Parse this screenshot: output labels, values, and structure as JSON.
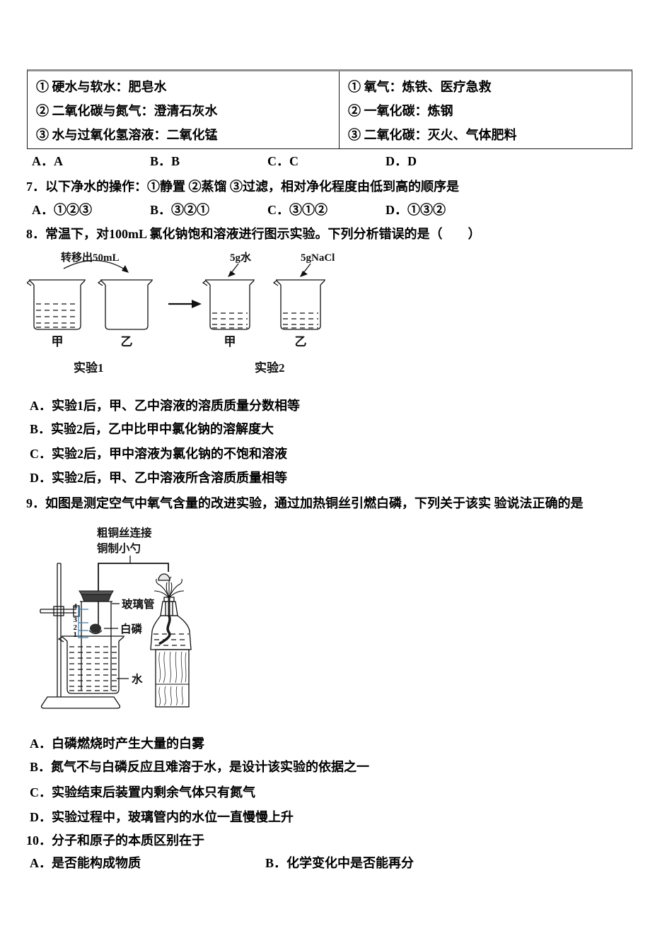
{
  "table": {
    "left": [
      "① 硬水与软水：肥皂水",
      "② 二氧化碳与氮气：澄清石灰水",
      "③ 水与过氧化氢溶液：二氧化锰"
    ],
    "right": [
      "① 氧气：炼铁、医疗急救",
      "② 一氧化碳：炼钢",
      "③ 二氧化碳：灭火、气体肥料"
    ]
  },
  "row_abcd": {
    "a": "A．A",
    "b": "B．B",
    "c": "C．C",
    "d": "D．D"
  },
  "q7": {
    "stem": "7．以下净水的操作：①静置 ②蒸馏 ③过滤，相对净化程度由低到高的顺序是",
    "options": {
      "a": "A．①②③",
      "b": "B．③②①",
      "c": "C．③①②",
      "d": "D．①③②"
    }
  },
  "q8": {
    "stem": "8．常温下，对100mL 氯化钠饱和溶液进行图示实验。下列分析错误的是（　　）",
    "diagram": {
      "transfer_label": "转移出50mL",
      "add_water_label": "5g水",
      "add_nacl_label": "5gNaCl",
      "beaker_jia": "甲",
      "beaker_yi": "乙",
      "exp1_label": "实验1",
      "exp2_label": "实验2"
    },
    "options": [
      "A．实验1后，甲、乙中溶液的溶质质量分数相等",
      "B．实验2后，乙中比甲中氯化钠的溶解度大",
      "C．实验2后，甲中溶液为氯化钠的不饱和溶液",
      "D．实验2后，甲、乙中溶液所含溶质质量相等"
    ]
  },
  "q9": {
    "stem": "9．如图是测定空气中氧气含量的改进实验，通过加热铜丝引燃白磷，下列关于该实 验说法正确的是",
    "diagram": {
      "wire_label_line1": "粗铜丝连接",
      "wire_label_line2": "铜制小勺",
      "glass_tube_label": "玻璃管",
      "phosphorus_label": "白磷",
      "water_label": "水",
      "scale_marks": {
        "m4": "4",
        "m3": "3",
        "m2": "2",
        "m1": "1"
      }
    },
    "options": [
      "A．白磷燃烧时产生大量的白雾",
      "B．氮气不与白磷反应且难溶于水，是设计该实验的依据之一",
      "C．实验结束后装置内剩余气体只有氮气",
      "D．实验过程中，玻璃管内的水位一直慢慢上升"
    ]
  },
  "q10": {
    "stem": "10．分子和原子的本质区别在于",
    "options": {
      "a": "A．是否能构成物质",
      "b": "B．化学变化中是否能再分"
    }
  }
}
